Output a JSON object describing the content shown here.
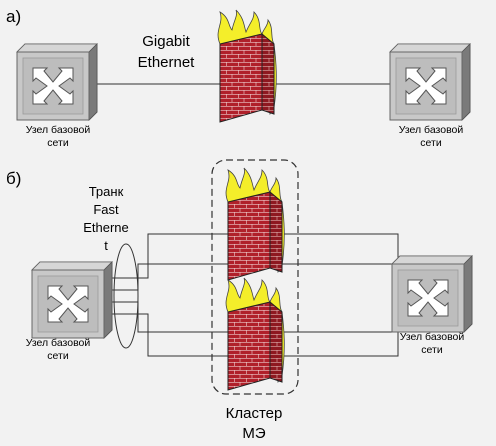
{
  "panel_a": {
    "letter": "а)",
    "link_label": [
      "Gigabit",
      "Ethernet"
    ],
    "left_node": [
      "Узел базовой",
      "сети"
    ],
    "right_node": [
      "Узел базовой",
      "сети"
    ]
  },
  "panel_b": {
    "letter": "б)",
    "trunk_label": [
      "Транк",
      "Fast",
      "Etherne",
      "t"
    ],
    "left_node": [
      "Узел базовой",
      "сети"
    ],
    "right_node": [
      "Узел базовой",
      "сети"
    ],
    "cluster_label": [
      "Кластер",
      "МЭ"
    ]
  },
  "colors": {
    "switch_face": "#c8c8c8",
    "switch_edge": "#8a8a8a",
    "brick": "#b0202a",
    "flame": "#f4ee2a"
  },
  "icons": [
    "network-switch-icon",
    "firewall-icon"
  ]
}
